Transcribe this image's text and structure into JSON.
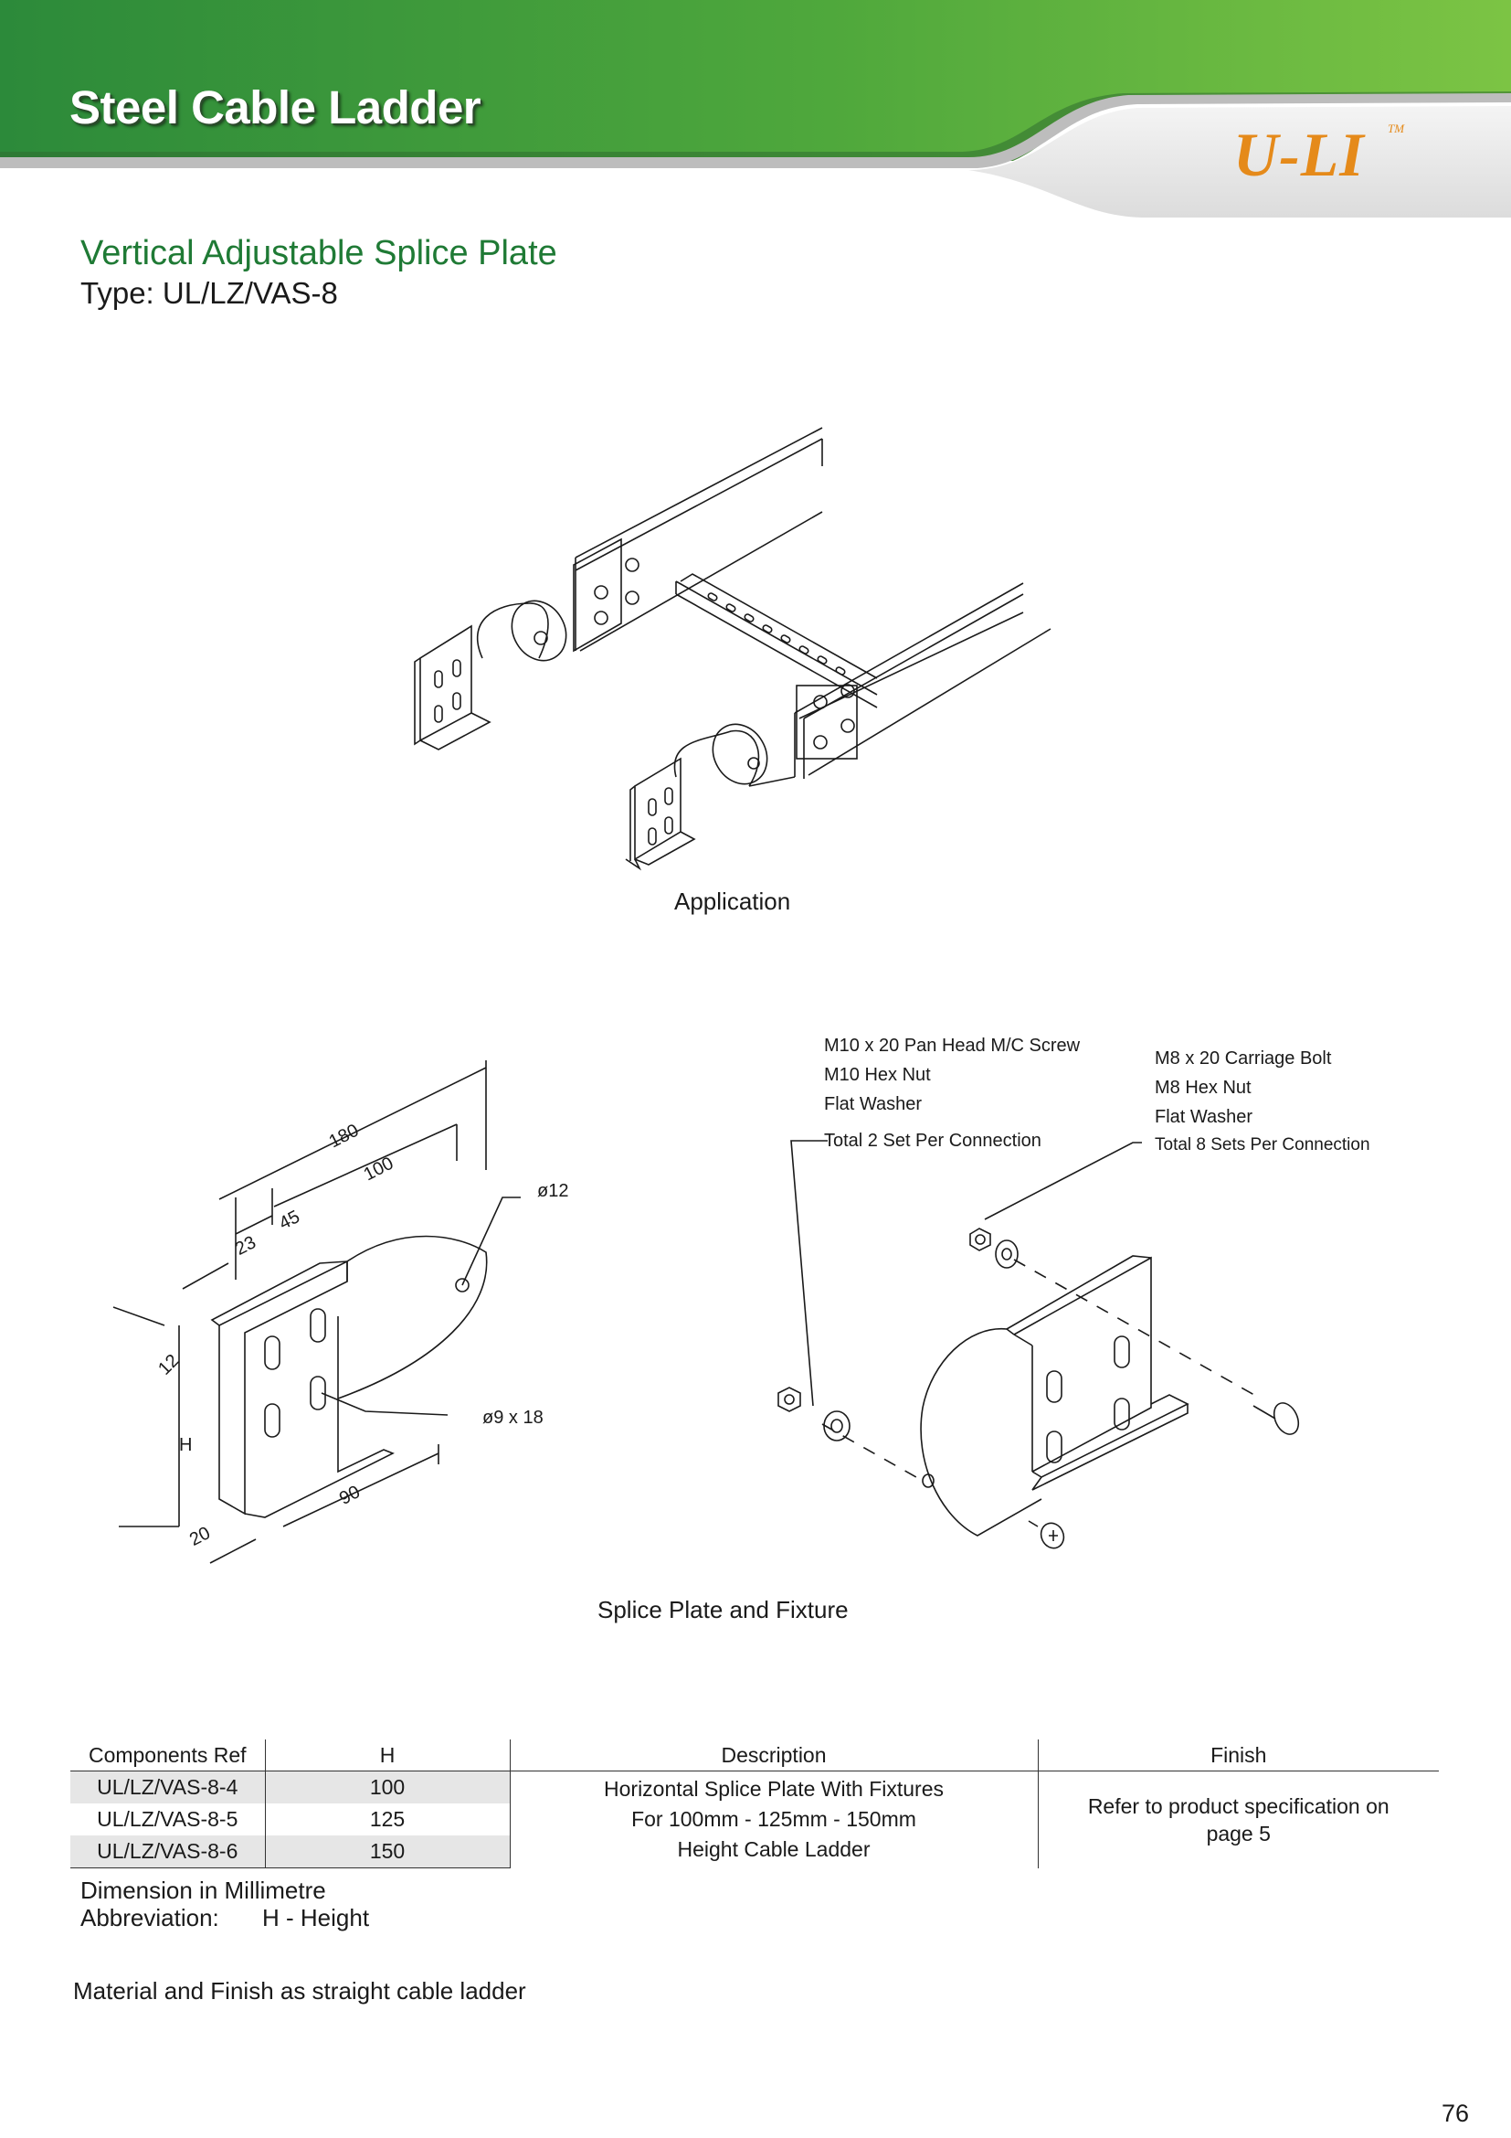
{
  "header": {
    "title": "Steel Cable Ladder",
    "logo": "U-LI",
    "logo_tm": "TM",
    "colors": {
      "green_dark": "#2f8f3c",
      "green_light": "#7cc444",
      "logo_orange": "#e58a1a"
    }
  },
  "product": {
    "title": "Vertical Adjustable Splice Plate",
    "type": "Type: UL/LZ/VAS-8"
  },
  "figures": {
    "application_caption": "Application",
    "fixture_caption": "Splice Plate and Fixture",
    "dimensions": {
      "d180": "180",
      "d100": "100",
      "d45": "45",
      "d23": "23",
      "d12": "12",
      "h": "H",
      "d20": "20",
      "d90": "90",
      "hole": "ø12",
      "slot": "ø9 x 18"
    },
    "left_callout": {
      "line1": "M10 x 20 Pan Head M/C Screw",
      "line2": "M10  Hex Nut",
      "line3": "Flat Washer",
      "line4": "Total 2 Set  Per Connection"
    },
    "right_callout": {
      "line1": "M8 x 20 Carriage Bolt",
      "line2": "M8 Hex Nut",
      "line3": "Flat Washer",
      "line4": "Total 8 Sets Per Connection"
    }
  },
  "table": {
    "headers": [
      "Components Ref",
      "H",
      "Description",
      "Finish"
    ],
    "rows": [
      {
        "ref": "UL/LZ/VAS-8-4",
        "h": "100"
      },
      {
        "ref": "UL/LZ/VAS-8-5",
        "h": "125"
      },
      {
        "ref": "UL/LZ/VAS-8-6",
        "h": "150"
      }
    ],
    "description": [
      "Horizontal Splice Plate With Fixtures",
      "For 100mm - 125mm - 150mm",
      "Height Cable Ladder"
    ],
    "finish": [
      "Refer to product specification on",
      "page 5"
    ]
  },
  "notes": {
    "dimension": "Dimension in Millimetre",
    "abbrev_label": "Abbreviation:",
    "abbrev_value": "H - Height",
    "material": "Material and Finish as straight cable ladder"
  },
  "page_number": "76"
}
